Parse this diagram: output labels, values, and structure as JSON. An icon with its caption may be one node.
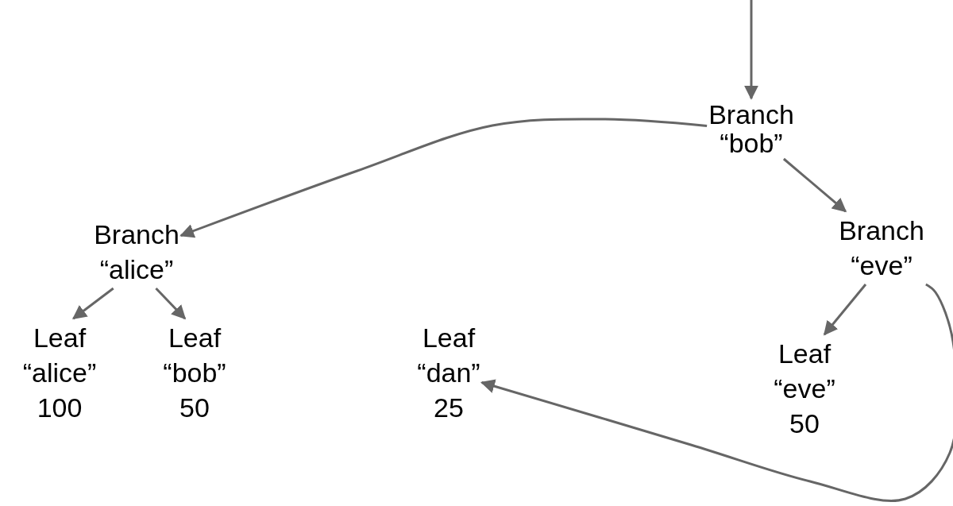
{
  "diagram": {
    "nodes": [
      {
        "text": [
          "Branch “bob”"
        ]
      },
      {
        "text": [
          "Branch “alice”"
        ]
      },
      {
        "text": [
          "Branch “eve”"
        ]
      },
      {
        "text": [
          "Leaf “alice” 100"
        ]
      },
      {
        "text": [
          "Leaf “bob” 50"
        ]
      },
      {
        "text": [
          "Leaf “dan” 25"
        ]
      },
      {
        "text": [
          "Leaf “eve” 50"
        ]
      }
    ],
    "edges": [
      {
        "from": null,
        "to": 0,
        "arrow": "to"
      },
      {
        "from": 0,
        "to": 1,
        "arrow": "to"
      },
      {
        "from": 0,
        "to": 2,
        "arrow": "to"
      },
      {
        "from": 1,
        "to": 3,
        "arrow": "to"
      },
      {
        "from": 1,
        "to": 4,
        "arrow": "to"
      },
      {
        "from": 2,
        "to": 6,
        "arrow": "to"
      },
      {
        "from": 2,
        "to": 5,
        "arrow": "to"
      }
    ]
  }
}
